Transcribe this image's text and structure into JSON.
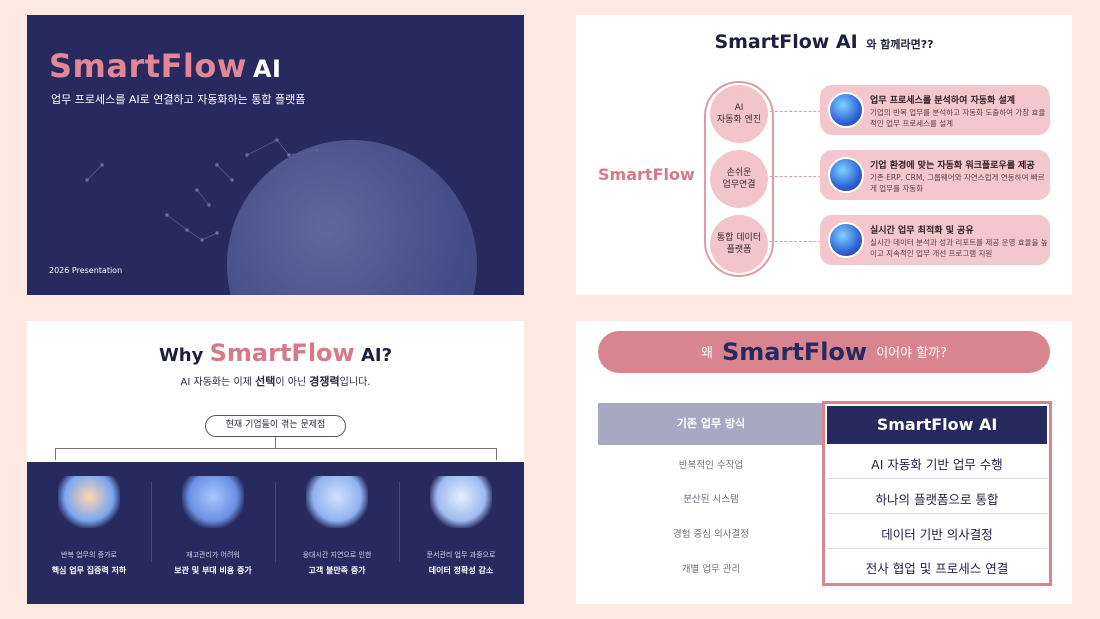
{
  "slide1": {
    "brand_pink": "SmartFlow",
    "brand_ai": "AI",
    "subtitle": "업무 프로세스를 AI로 연결하고 자동화하는 통합 플랫폼",
    "year": "2026 Presentation"
  },
  "slide2": {
    "title_main": "SmartFlow AI",
    "title_suffix": "와 함께라면??",
    "side_label": "SmartFlow",
    "pillars": [
      "AI\n자동화 엔진",
      "손쉬운\n업무연결",
      "통합 데이터\n플랫폼"
    ],
    "cards": [
      {
        "title": "업무 프로세스를 분석하여 자동화 설계",
        "desc": "기업의 반복 업무를 분석하고 자동화 도출하여 가장 효율적인 업무 프로세스를 설계"
      },
      {
        "title": "기업 환경에 맞는 자동화 워크플로우를 제공",
        "desc": "기존 ERP, CRM, 그룹웨어와 자연스럽게 연동하여 빠르게 업무를 자동화"
      },
      {
        "title": "실시간 업무 최적화 및 공유",
        "desc": "실시간 데이터 분석과 성과 리포트를 제공 운영 효율을 높이고 지속적인 업무 개선 프로그램 지원"
      }
    ]
  },
  "slide3": {
    "title_why": "Why",
    "title_brand": "SmartFlow",
    "title_ai": "AI?",
    "subtitle_a": "AI 자동화는 이제 ",
    "subtitle_b": "선택",
    "subtitle_c": "이 아닌 ",
    "subtitle_d": "경쟁력",
    "subtitle_e": "입니다.",
    "tag": "현재 기업들이 겪는 문제점",
    "problems": [
      {
        "line1": "반복 업무의 증가로",
        "line2": "핵심 업무 집중력 저하"
      },
      {
        "line1": "재고관리가 어려워",
        "line2": "보관 및 부대 비용 증가"
      },
      {
        "line1": "응대시간 지연으로 인한",
        "line2": "고객 불만족 증가"
      },
      {
        "line1": "문서관리 업무 과중으로",
        "line2": "데이터 정확성 감소"
      }
    ]
  },
  "slide4": {
    "banner_prefix": "왜",
    "banner_brand": "SmartFlow",
    "banner_suffix": "이어야 할까?",
    "old_header": "기존 업무 방식",
    "new_header": "SmartFlow AI",
    "old_items": [
      "반복적인 수작업",
      "분산된 시스템",
      "경험 중심 의사결정",
      "개별 업무 관리"
    ],
    "new_items": [
      "AI 자동화 기반 업무 수행",
      "하나의 플랫폼으로 통합",
      "데이터 기반 의사결정",
      "전사 협업 및 프로세스 연결"
    ]
  },
  "colors": {
    "navy": "#262a5e",
    "pink": "#d9858f",
    "light_pink": "#f3c7cd",
    "background": "#fbe9e2"
  }
}
